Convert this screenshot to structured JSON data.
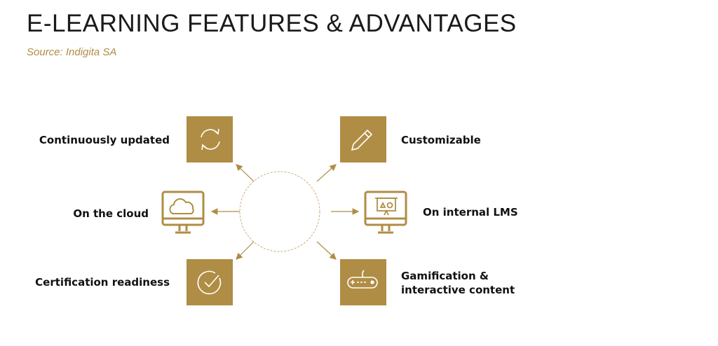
{
  "title": "E-LEARNING FEATURES & ADVANTAGES",
  "source": "Source: Indigita SA",
  "colors": {
    "accent": "#b08d45"
  },
  "features": [
    {
      "label": "Continuously updated",
      "icon": "refresh-icon"
    },
    {
      "label": "Customizable",
      "icon": "pencil-icon"
    },
    {
      "label": "On the cloud",
      "icon": "cloud-monitor-icon"
    },
    {
      "label": "On internal LMS",
      "icon": "presentation-monitor-icon"
    },
    {
      "label": "Certification readiness",
      "icon": "check-circle-icon"
    },
    {
      "label": "Gamification &",
      "label2": "interactive content",
      "icon": "gamepad-icon"
    }
  ]
}
